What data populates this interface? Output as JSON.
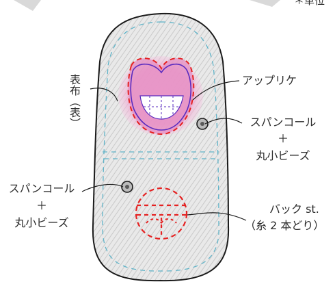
{
  "note": "＊単位",
  "labels": {
    "fabric": "表布（表）",
    "applique": "アップリケ",
    "sequin_right": {
      "line1": "スパンコール",
      "line2": "＋",
      "line3": "丸小ビーズ"
    },
    "sequin_left": {
      "line1": "スパンコール",
      "line2": "＋",
      "line3": "丸小ビーズ"
    },
    "backstitch": {
      "line1": "バック st.",
      "line2": "（糸 2 本どり）"
    }
  },
  "colors": {
    "outline": "#1a1a1a",
    "pencil_fill": "#d6d6d6",
    "guide_dash": "#5fb3c8",
    "applique_fill": "#e0559f",
    "stitch_red": "#e52222",
    "stitch_purple": "#5a2bbf",
    "label_text": "#2b2b2b"
  }
}
